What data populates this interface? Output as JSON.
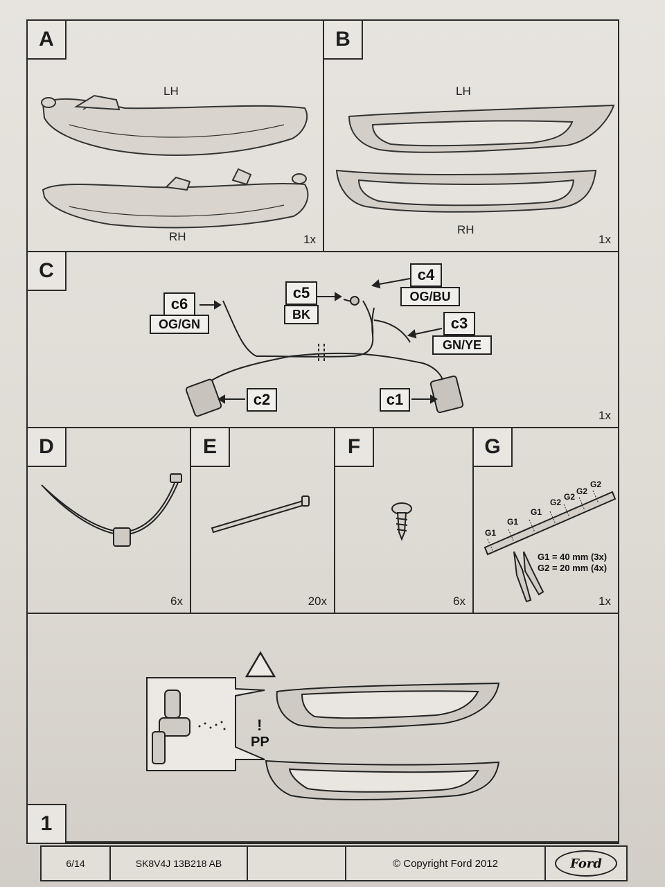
{
  "panels": {
    "a": {
      "letter": "A",
      "lh": "LH",
      "rh": "RH",
      "qty": "1x"
    },
    "b": {
      "letter": "B",
      "lh": "LH",
      "rh": "RH",
      "qty": "1x"
    },
    "c": {
      "letter": "C",
      "qty": "1x",
      "labels": {
        "c6": "c6",
        "c6_color": "OG/GN",
        "c5": "c5",
        "c5_color": "BK",
        "c4": "c4",
        "c4_color": "OG/BU",
        "c3": "c3",
        "c3_color": "GN/YE",
        "c2": "c2",
        "c1": "c1"
      }
    },
    "d": {
      "letter": "D",
      "qty": "6x"
    },
    "e": {
      "letter": "E",
      "qty": "20x"
    },
    "f": {
      "letter": "F",
      "qty": "6x"
    },
    "g": {
      "letter": "G",
      "qty": "1x",
      "marks": [
        "G1",
        "G1",
        "G1",
        "G2",
        "G2",
        "G2",
        "G2"
      ],
      "spec1": "G1 = 40 mm (3x)",
      "spec2": "G2 = 20 mm (4x)"
    },
    "step1": {
      "number": "1",
      "warning": "PP"
    }
  },
  "footer": {
    "page": "6/14",
    "part_number": "SK8V4J 13B218 AB",
    "copyright": "© Copyright Ford 2012",
    "logo": "Ford"
  }
}
